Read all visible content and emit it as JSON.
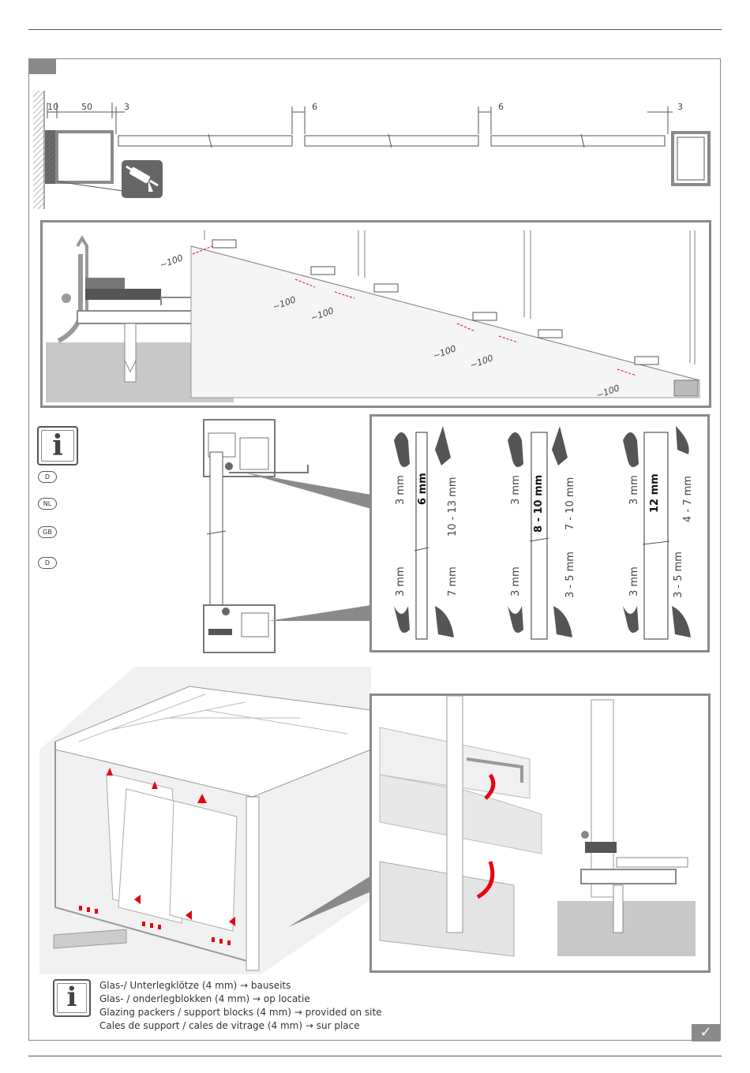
{
  "colors": {
    "frame": "#8a8a8a",
    "arrow": "#e30613",
    "dark": "#555555",
    "panel": "#cfcfcf",
    "ground": "#c8c8c8"
  },
  "top_dims": {
    "d1": "10",
    "d2": "50",
    "d3": "3",
    "d4": "6",
    "d5": "6",
    "d6": "3"
  },
  "spacing": {
    "s1": "~100",
    "s2": "~100",
    "s3": "~100",
    "s4": "~100",
    "s5": "~100",
    "s6": "~100"
  },
  "languages": [
    "D",
    "NL",
    "GB",
    "D"
  ],
  "glass_table": {
    "col1": {
      "glass": "6 mm",
      "top": "3 mm",
      "bot": "3 mm",
      "range_top": "10 - 13 mm",
      "range_bot": "7 mm"
    },
    "col2": {
      "glass": "8 - 10 mm",
      "top": "3 mm",
      "bot": "3 mm",
      "range_top": "7 - 10 mm",
      "range_bot": "3 - 5 mm"
    },
    "col3": {
      "glass": "12 mm",
      "top": "3 mm",
      "bot": "3 mm",
      "range_top": "4 - 7 mm",
      "range_bot": "3 - 5 mm"
    }
  },
  "info_glyph": "i",
  "footer": [
    "Glas-/ Unterlegklötze (4 mm) → bauseits",
    "Glas- / onderlegblokken (4 mm) → op locatie",
    "Glazing packers / support blocks (4 mm) → provided on site",
    "Cales de support / cales de vitrage (4 mm) → sur place"
  ],
  "check_glyph": "✓",
  "icons": [
    "caulking-gun-icon",
    "info-icon",
    "check-icon"
  ]
}
